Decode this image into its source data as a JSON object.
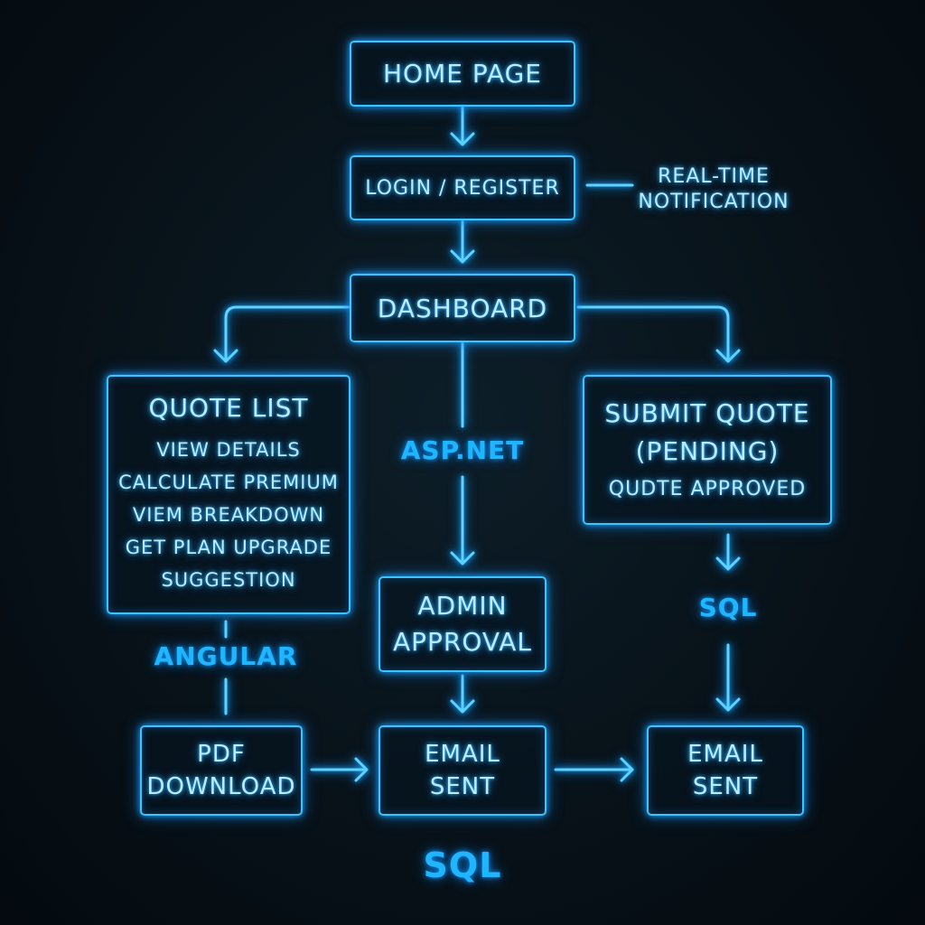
{
  "nodes": {
    "home": "HOME PAGE",
    "login": "LOGIN / REGISTER",
    "notification": [
      "REAL-TIME",
      "NOTIFICATION"
    ],
    "dashboard": "DASHBOARD",
    "quote_list": {
      "title": "QUOTE LIST",
      "items": [
        "VIEW DETAILS",
        "CALCULATE PREMIUM",
        "VIEM BREAKDOWN",
        "GET PLAN UPGRADE",
        "SUGGESTION"
      ]
    },
    "submit_quote": {
      "title": [
        "SUBMIT QUOTE",
        "(PENDING)"
      ],
      "status": "QUDTE APPROVED"
    },
    "admin_approval": [
      "ADMIN",
      "APPROVAL"
    ],
    "pdf_download": [
      "PDF",
      "DOWNLOAD"
    ],
    "email_center": [
      "EMAIL",
      "SENT"
    ],
    "email_right": [
      "EMAIL",
      "SENT"
    ]
  },
  "tech_labels": {
    "aspnet": "ASP.NET",
    "angular": "ANGULAR",
    "sql_right": "SQL",
    "sql_bottom": "SQL"
  },
  "colors": {
    "background": "#081219",
    "neon": "#3cc4ff",
    "text": "#b8ecff",
    "tech": "#1fb6ff"
  }
}
